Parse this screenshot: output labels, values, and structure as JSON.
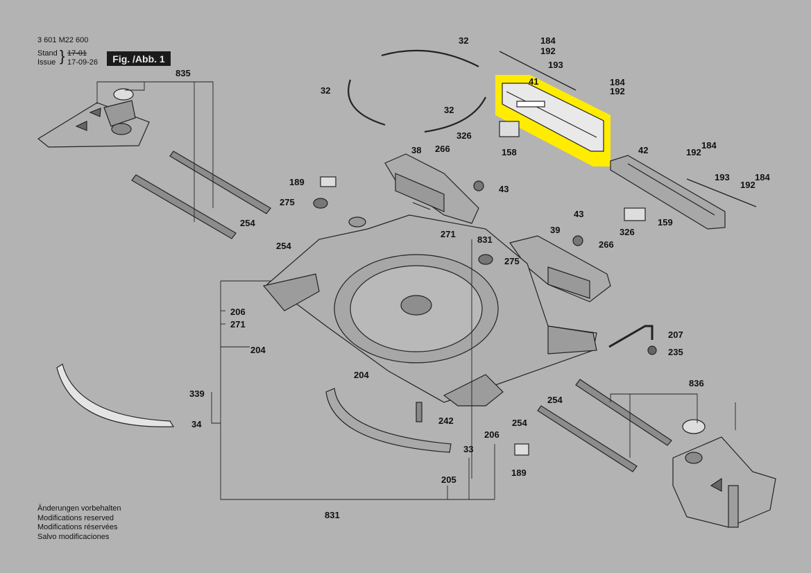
{
  "header": {
    "part_number": "3 601 M22 600",
    "stand_label": "Stand",
    "issue_label": "Issue",
    "stand_date": "17-01",
    "issue_date": "17-09-26",
    "figure_label": "Fig. /Abb. 1"
  },
  "notes": [
    "Änderungen vorbehalten",
    "Modifications reserved",
    "Modifications réservées",
    "Salvo modificaciones"
  ],
  "highlight_color": "#ffec00",
  "labels": {
    "l835": "835",
    "l32a": "32",
    "l32b": "32",
    "l32c": "32",
    "l184a": "184",
    "l192a": "192",
    "l193a": "193",
    "l41": "41",
    "l184b": "184",
    "l192b": "192",
    "l158": "158",
    "l326a": "326",
    "l38": "38",
    "l266a": "266",
    "l189a": "189",
    "l43a": "43",
    "l275a": "275",
    "l42": "42",
    "l184c": "184",
    "l192c": "192",
    "l193b": "193",
    "l184d": "184",
    "l192d": "192",
    "l159": "159",
    "l254a": "254",
    "l254b": "254",
    "l271a": "271",
    "l831a": "831",
    "l43b": "43",
    "l39": "39",
    "l326b": "326",
    "l266b": "266",
    "l275b": "275",
    "l206a": "206",
    "l271b": "271",
    "l204a": "204",
    "l207": "207",
    "l235": "235",
    "l204b": "204",
    "l339": "339",
    "l34": "34",
    "l836": "836",
    "l254c": "254",
    "l242": "242",
    "l254d": "254",
    "l206b": "206",
    "l33": "33",
    "l189b": "189",
    "l205": "205",
    "l831b": "831"
  }
}
